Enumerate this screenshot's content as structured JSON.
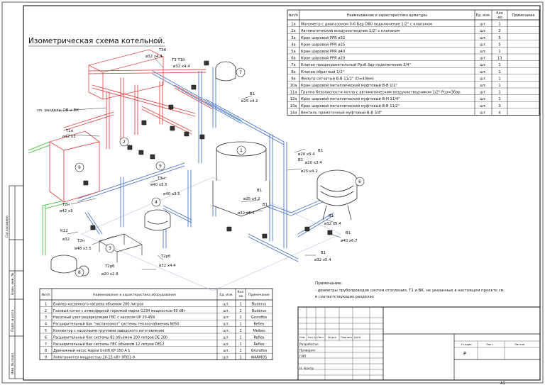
{
  "title": "Изометрическая схема котельной.",
  "spec_top": {
    "headers": [
      "№п/п",
      "Наименование и характеристика арматуры",
      "Ед. изм.",
      "Кол -во",
      "Примечание"
    ],
    "rows": [
      [
        "1а",
        "Манометр с диапазоном 0-6 Бар D80 подключение 1/2\" с клапаном",
        "шт.",
        "1",
        ""
      ],
      [
        "2а",
        "Автоматический воздухоотводчик 1/2\" с клапаном",
        "шт.",
        "2",
        ""
      ],
      [
        "3а",
        "Кран шаровой PPR ø32",
        "шт.",
        "5",
        ""
      ],
      [
        "4а",
        "Кран шаровой PPR ø25",
        "шт.",
        "5",
        ""
      ],
      [
        "5а",
        "Кран шаровой PPR ø40",
        "шт.",
        "1",
        ""
      ],
      [
        "6а",
        "Кран шаровой PPR ø20",
        "шт.",
        "13",
        ""
      ],
      [
        "7а",
        "Клапан предохранительный Ррзб 3ар подключение 3/4\"",
        "шт.",
        "1",
        ""
      ],
      [
        "8а",
        "Клапан обратный 1/2\"",
        "шт.",
        "1",
        ""
      ],
      [
        "9а",
        "Фильтр сетчатый В-В 11/2\" (D=40мм)",
        "шт.",
        "1",
        ""
      ],
      [
        "10а",
        "Кран шаровой металлический муфтовый В-В 1/2\"",
        "шт.",
        "1",
        ""
      ],
      [
        "11а",
        "Группа безопасности котла с автоматическим воздухоотводчиком 1/2\" Рср=3бар.",
        "шт.",
        "1",
        ""
      ],
      [
        "12а",
        "Кран шаровой металлический муфтовый В-Н 11/4\"",
        "шт.",
        "1",
        ""
      ],
      [
        "13а",
        "Кран шаровой металлический муфтовый В-В 11/2\"",
        "шт.",
        "3",
        ""
      ],
      [
        "14а",
        "Вентиль прямоточный муфтовый В-В 3/4\"",
        "шт.",
        "4",
        ""
      ]
    ]
  },
  "spec_bottom": {
    "headers": [
      "№п/п",
      "Наименование и характеристика оборудования",
      "Ед. изм.",
      "Кол -во",
      "Примечание"
    ],
    "rows": [
      [
        "1",
        "Бойлер косвенного нагрева объемом 200 литров",
        "шт.",
        "1",
        "Buderus"
      ],
      [
        "2",
        "Газовый котел с атмосферной горелкой марки G234 мощностью 60 кВт",
        "шт.",
        "1",
        "Buderus"
      ],
      [
        "3",
        "Насосный узел рециркуляции ГВС с насосом UP 20-45N",
        "шт.",
        "1",
        "Grundfos"
      ],
      [
        "4",
        "Расширительный бак \"экспанзомат\" системы теплоснабжения N050",
        "шт.",
        "1",
        "Reflex"
      ],
      [
        "5",
        "Коллектор с насосными группами заводского изготовления",
        "шт.",
        "1",
        "Meibes"
      ],
      [
        "6",
        "Расширительный бак системы В1 объемом 200 литров DE 200",
        "шт.",
        "1",
        "Reflex"
      ],
      [
        "7",
        "Расширительный бак системы ГВС объемом 12 литров DE12",
        "шт.",
        "1",
        "Reflex"
      ],
      [
        "8",
        "Дренажный насос марки Unilift KP 150 A 1",
        "шт.",
        "1",
        "Grundfos"
      ],
      [
        "9",
        "Электрокотел мощностью 10-15 кВт ЭПО1-9",
        "шт.",
        "1",
        "WARMOS"
      ]
    ]
  },
  "note": {
    "title": "Примечание:",
    "lines": [
      "- диаметры трубопроводов систем отопления, Т1 и ВК, не указанных в настоящем проекте см.",
      "в соответствующих разделах"
    ]
  },
  "stamp": {
    "header_cells": [
      "Изм.",
      "Кол.уч",
      "Лист",
      "№ док.",
      "Подпись",
      "Дата"
    ],
    "roles": [
      "Разработал",
      "Проверил",
      "ГИП",
      "",
      "Н. Контр"
    ],
    "stage_headers": [
      "Стадия",
      "Лист",
      "Листов"
    ],
    "stage": "Р",
    "format": "А3"
  },
  "side_stamp": [
    "Инв. № подл.",
    "Подп. и дата",
    "Взам. инв. №",
    "Согласовано"
  ],
  "labels": {
    "t3b": "Т3б",
    "t3b_d": "ø32 х4.4",
    "t3_t1b": "Т3 Т1б",
    "t3_d": "ø32 х4.4",
    "see_sections": "см. разделы ОВ и ВК",
    "t1n": "Т1н",
    "t1n_d": "ø42 х3",
    "b1_a": "В1",
    "b1_a_d": "ø25 х4.2",
    "t3n": "Т3н",
    "t3n_d": "ø40 х3.5",
    "t1n_b": "Т1н",
    "t1n_b_d": "ø40 х3.5",
    "t3_b": "Т3",
    "t2n": "Т2н",
    "t2n_d": "ø42 х3",
    "k12": "К12",
    "k12_d": "ø32",
    "t2n_b": "Т2н",
    "t2n_b_d": "ø48 х3.5",
    "t2rb": "Т2рб",
    "t2rb_d": "ø32 х4.4",
    "t2rb2": "Т2рб",
    "t2rb2_d": "ø20 х2.8",
    "b1_c": "В1",
    "b1_c_d": "ø20 х3.4",
    "b1_c2": "В1",
    "b1_c2_d": "ø20 х3.4",
    "b1_d": "В1",
    "b1_d_d": "ø25 х4.2",
    "b1_e": "В1",
    "b1_e_d": "ø25 х4.2",
    "b1_f": "В1",
    "b1_f_d": "ø32 х5.4",
    "b1_g": "В1",
    "b1_g_d": "ø32 х5.4",
    "b1_h": "В1",
    "b1_h_d": "ø40 х6.7",
    "b1_i": "В1",
    "b1_i_d": "ø32 х5.4",
    "n1": "1",
    "n2": "2",
    "n3": "3",
    "n4": "4",
    "n5": "5",
    "n6": "6",
    "n7": "7",
    "n8": "8",
    "n9": "9",
    "t1": "Т1",
    "v1": "В1"
  },
  "colors": {
    "line": "#222222",
    "hot": "#e04a4a",
    "cold": "#4a78c8",
    "green": "#5cc35c",
    "pink": "#e8a0b4"
  }
}
